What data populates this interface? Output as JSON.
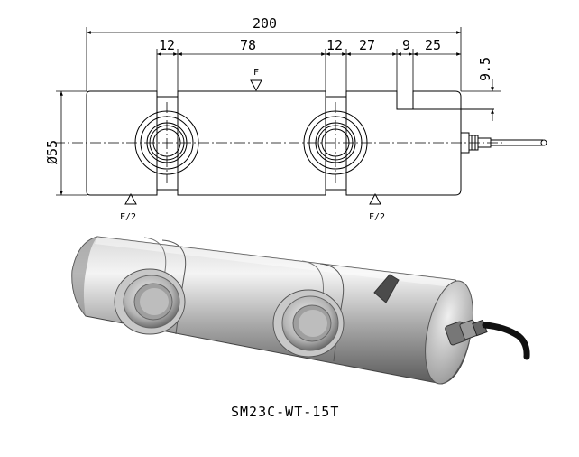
{
  "drawing": {
    "dimensions": {
      "overall_length": "200",
      "pocket_width_left": "12",
      "center_span": "78",
      "pocket_width_right": "12",
      "end_to_slot": "27",
      "slot_width": "9",
      "slot_to_end": "25",
      "slot_depth": "9.5",
      "diameter": "Ø55"
    },
    "loads": {
      "applied_force": "F",
      "reaction_left": "F/2",
      "reaction_right": "F/2"
    }
  },
  "product": {
    "model": "SM23C-WT-15T"
  }
}
